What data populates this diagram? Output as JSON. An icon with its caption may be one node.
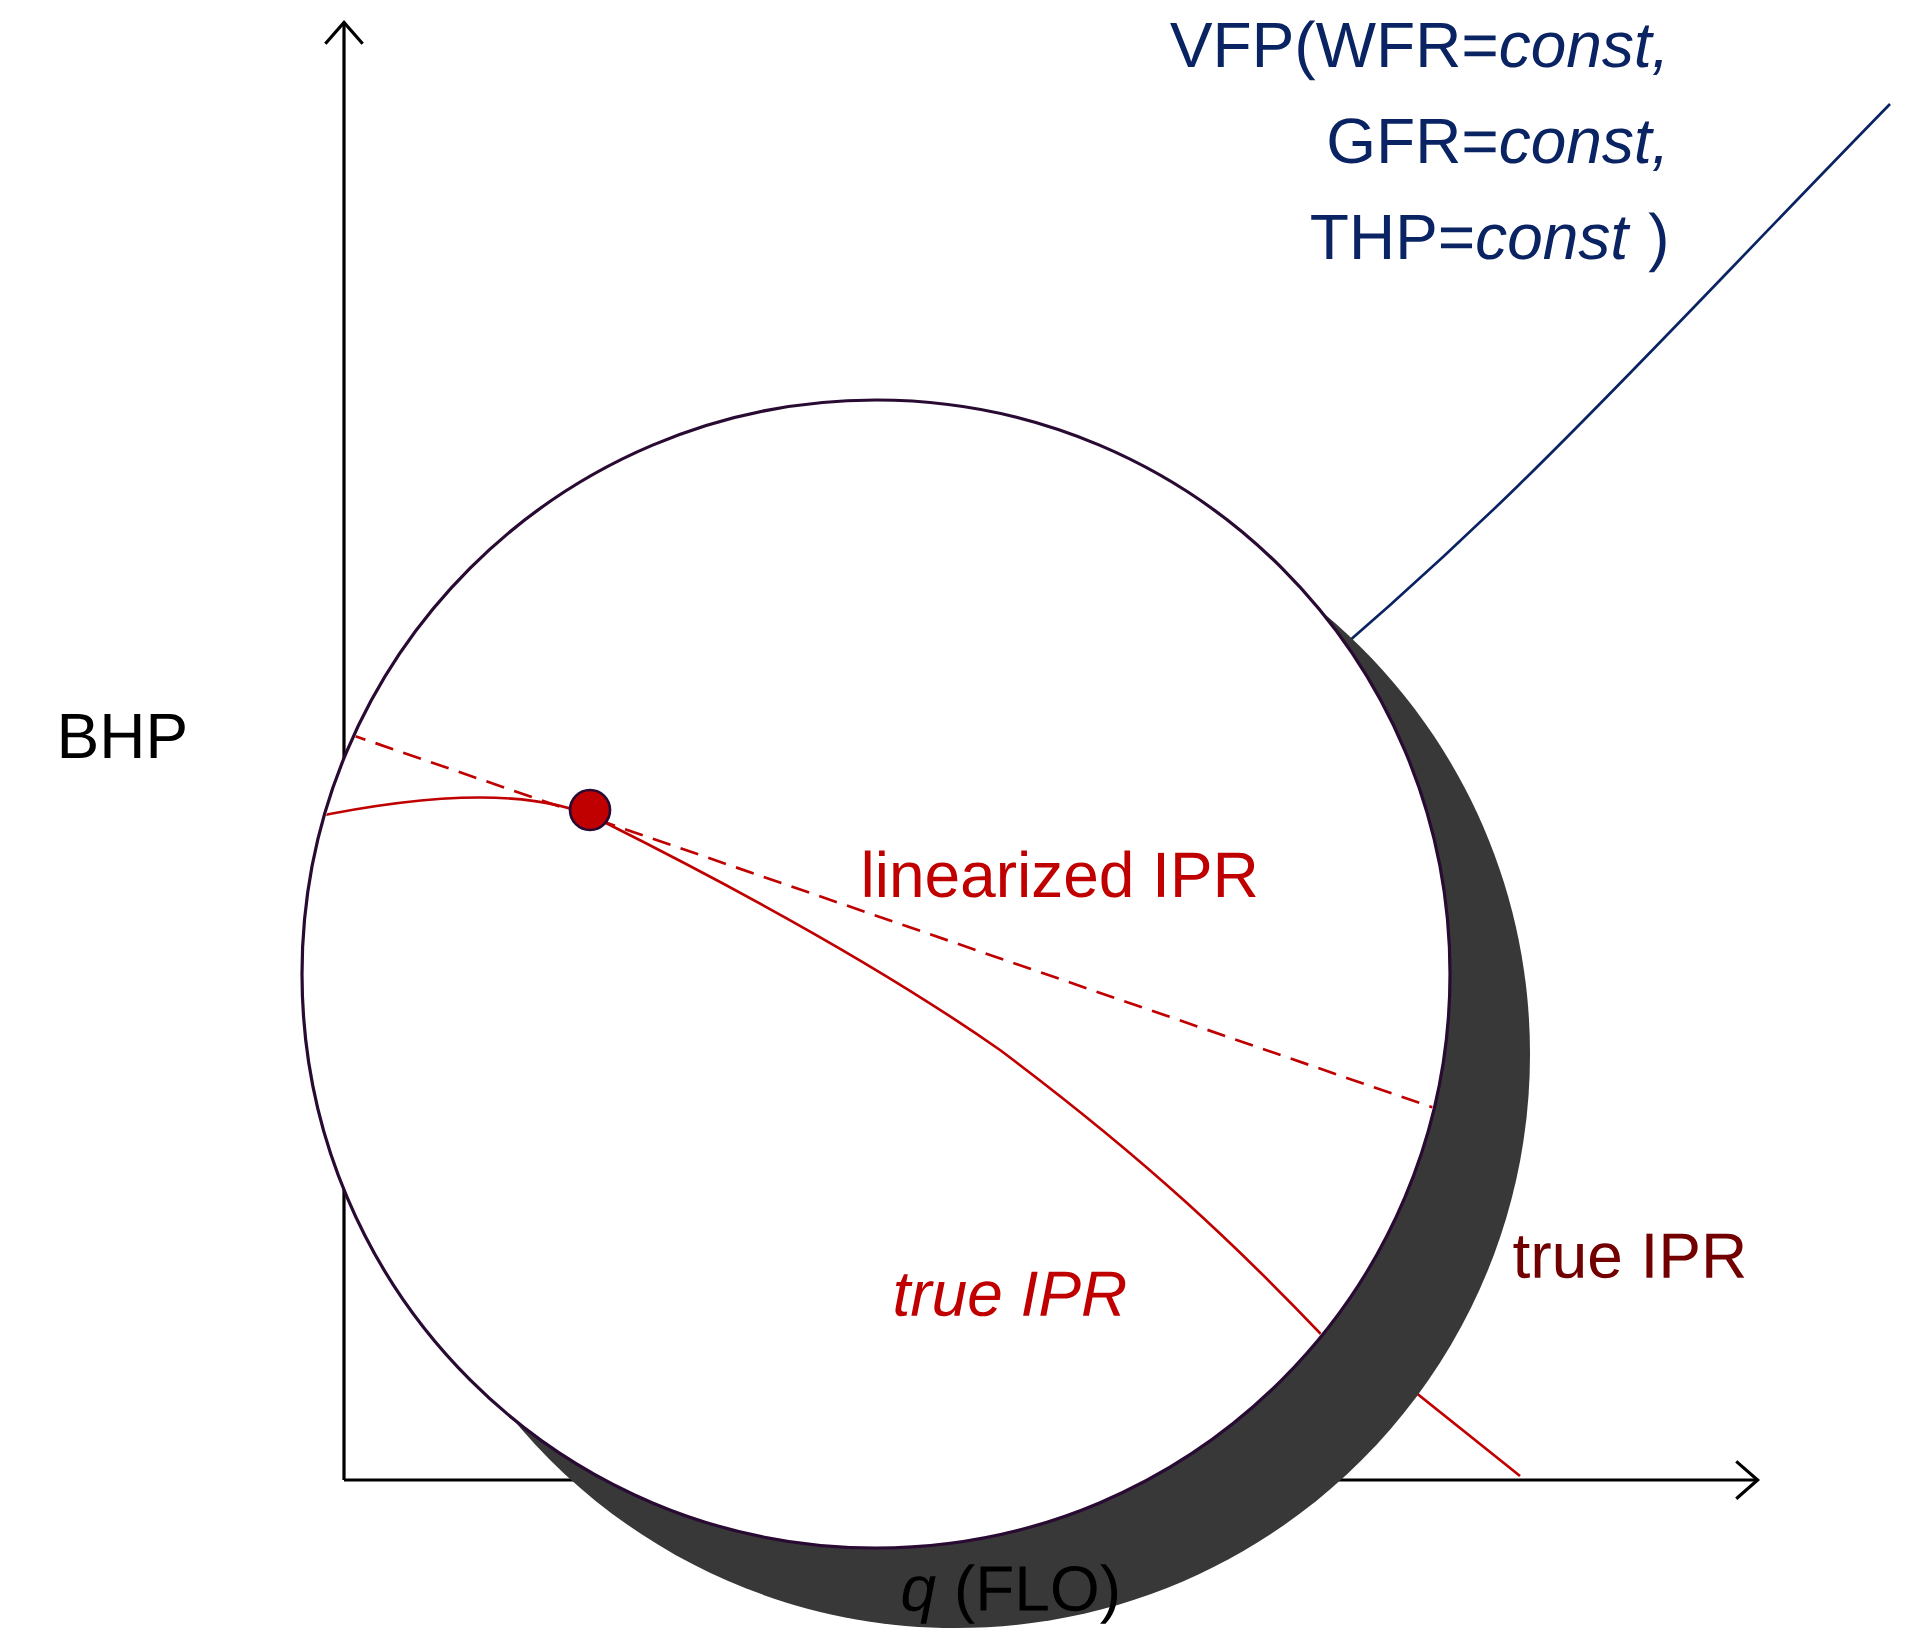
{
  "diagram": {
    "labels": [
      "VFP(WFR=*const,* GFR=*const,* THP=*const* )",
      "BHP",
      "linearized IPR",
      "*true IPR*",
      "true IPR",
      "*q* (FLO)"
    ]
  }
}
